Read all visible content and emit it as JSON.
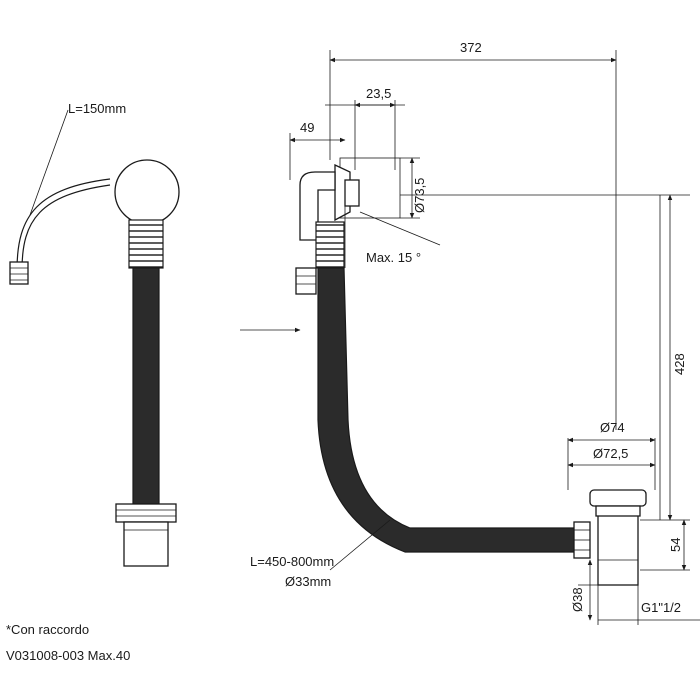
{
  "side_view": {
    "hose_length": "L=150mm"
  },
  "main_view": {
    "dim_width": "372",
    "dim_overflow_depth": "23,5",
    "dim_overflow_offset": "49",
    "dim_overflow_diameter": "Ø73,5",
    "dim_angle": "Max. 15 °",
    "dim_height": "428",
    "dim_waste_outer": "Ø74",
    "dim_waste_inner": "Ø72,5",
    "dim_waste_height": "54",
    "dim_waste_body": "Ø38",
    "dim_thread": "G1\"1/2",
    "hose_length": "L=450-800mm",
    "hose_diameter": "Ø33mm"
  },
  "notes": {
    "fitting_note": "*Con raccordo",
    "product_code": "V031008-003 Max.40"
  }
}
